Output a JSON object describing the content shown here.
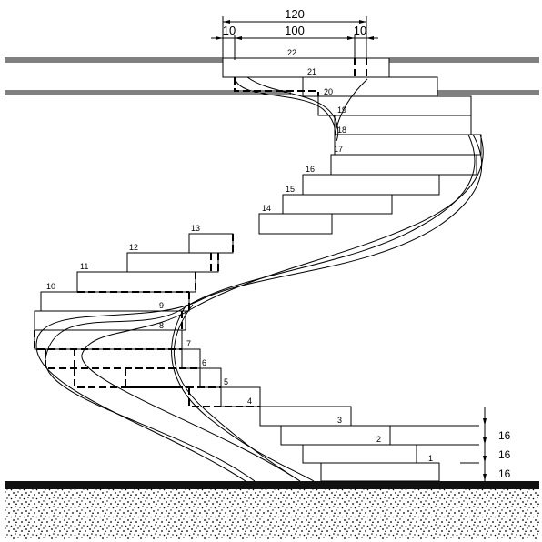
{
  "top_dimensions": {
    "overall": "120",
    "inner": "100",
    "left_margin": "10",
    "right_margin": "10"
  },
  "right_dimensions": [
    "16",
    "16",
    "16"
  ],
  "steps": [
    "1",
    "2",
    "3",
    "4",
    "5",
    "6",
    "7",
    "8",
    "9",
    "10",
    "11",
    "12",
    "13",
    "14",
    "15",
    "16",
    "17",
    "18",
    "19",
    "20",
    "21",
    "22"
  ]
}
